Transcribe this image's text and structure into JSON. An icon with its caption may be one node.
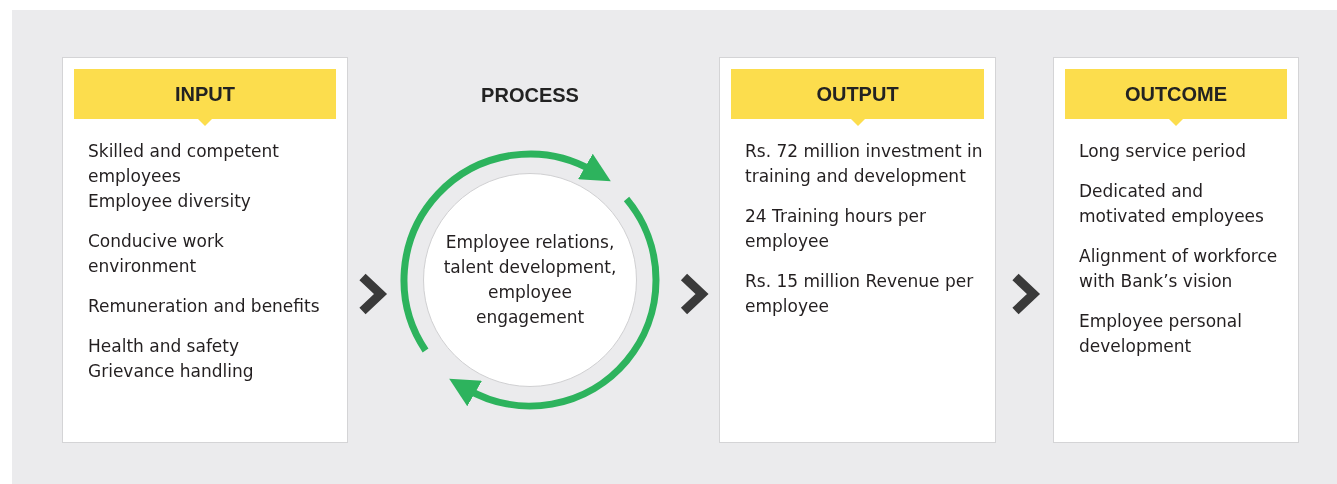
{
  "diagram": {
    "nodes": [
      {
        "text": [
          "INPUT",
          "Skilled and competent employees",
          "Employee diversity",
          "Conducive work environment",
          "Remuneration and benefits",
          "Health and safety",
          "Grievance handling"
        ]
      },
      {
        "text": [
          "PROCESS",
          "Employee relations, talent development, employee engagement"
        ]
      },
      {
        "text": [
          "OUTPUT",
          "Rs. 72 million investment in training and development",
          "24 Training hours per employee",
          "Rs. 15 million Revenue per employee"
        ]
      },
      {
        "text": [
          "OUTCOME",
          "Long service period",
          "Dedicated and motivated employees",
          "Alignment of workforce with Bank’s vision",
          "Employee personal development"
        ]
      }
    ],
    "edges": [
      {
        "from": 0,
        "to": 1,
        "arrow": "to"
      },
      {
        "from": 1,
        "to": 2,
        "arrow": "to"
      },
      {
        "from": 2,
        "to": 3,
        "arrow": "to"
      }
    ]
  }
}
